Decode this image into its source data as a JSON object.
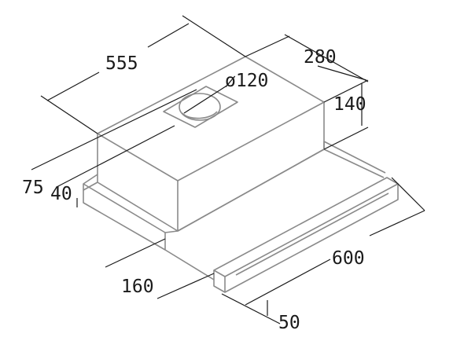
{
  "dimensions": {
    "width": "555",
    "depth": "280",
    "height": "140",
    "duct_diameter": "ø120",
    "front_offset": "75",
    "front_height": "40",
    "slide_offset": "160",
    "extension_depth": "600",
    "handle_depth": "50"
  },
  "colors": {
    "outline": "#8a8a8a",
    "dimension": "#1a1a1a",
    "background": "#ffffff"
  }
}
